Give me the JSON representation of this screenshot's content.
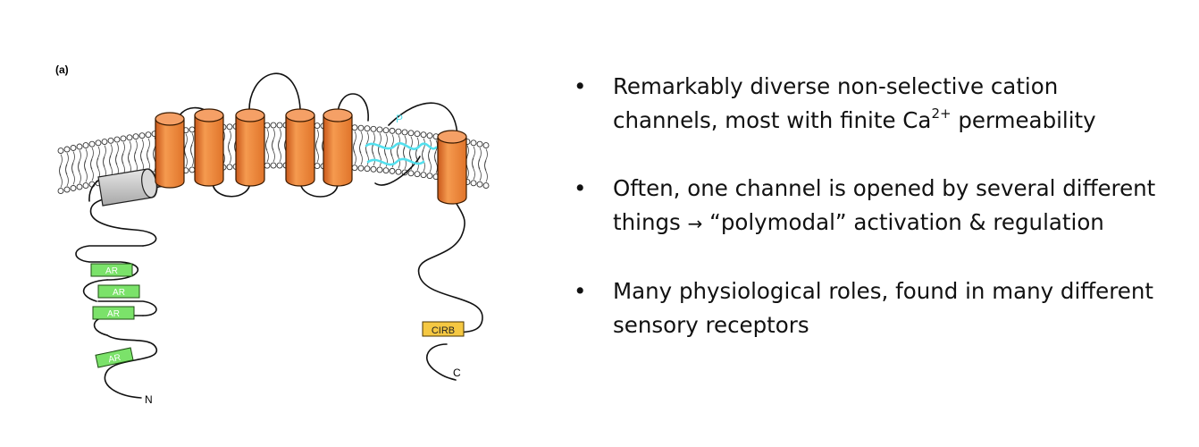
{
  "figure": {
    "panel_label": "(a)",
    "pore_label": "P",
    "ankyrin_repeats": [
      "AR",
      "AR",
      "AR",
      "AR"
    ],
    "cirb_label": "CIRB",
    "n_terminus": "N",
    "c_terminus": "C",
    "colors": {
      "helix": "#f08a3c",
      "helix_stroke": "#3a1a00",
      "pre_helix": "#c8c8c8",
      "ankyrin": "#7be26a",
      "cirb": "#f5c842",
      "pore": "#54e0ee"
    }
  },
  "bullets": [
    {
      "marker": "•",
      "text_a": "Remarkably diverse non-selective cation channels, most with finite Ca",
      "sup": "2+",
      "text_b": " permeability"
    },
    {
      "marker": "•",
      "text_a": "Often, one channel is opened by several different things ",
      "arrow": "→",
      "text_b": " “polymodal” activation & regulation"
    },
    {
      "marker": "•",
      "text_a": "Many physiological roles, found in many different sensory receptors"
    }
  ]
}
